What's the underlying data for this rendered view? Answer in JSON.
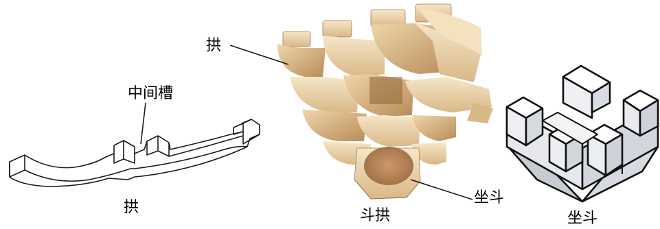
{
  "labels": {
    "gong_top": "拱",
    "middle_slot": "中间槽",
    "gong_bottom": "拱",
    "dougong": "斗拱",
    "zuodou_pointer": "坐斗",
    "zuodou_bottom": "坐斗"
  },
  "colors": {
    "line": "#1a1a1a",
    "wood_light": "#f4e3c3",
    "wood_mid": "#e8cfa1",
    "wood_dark": "#c9a571",
    "wood_shadow": "#9c7447",
    "block_top": "#ffffff",
    "block_side": "#e4e6ea",
    "block_dark": "#c7cbd2"
  }
}
